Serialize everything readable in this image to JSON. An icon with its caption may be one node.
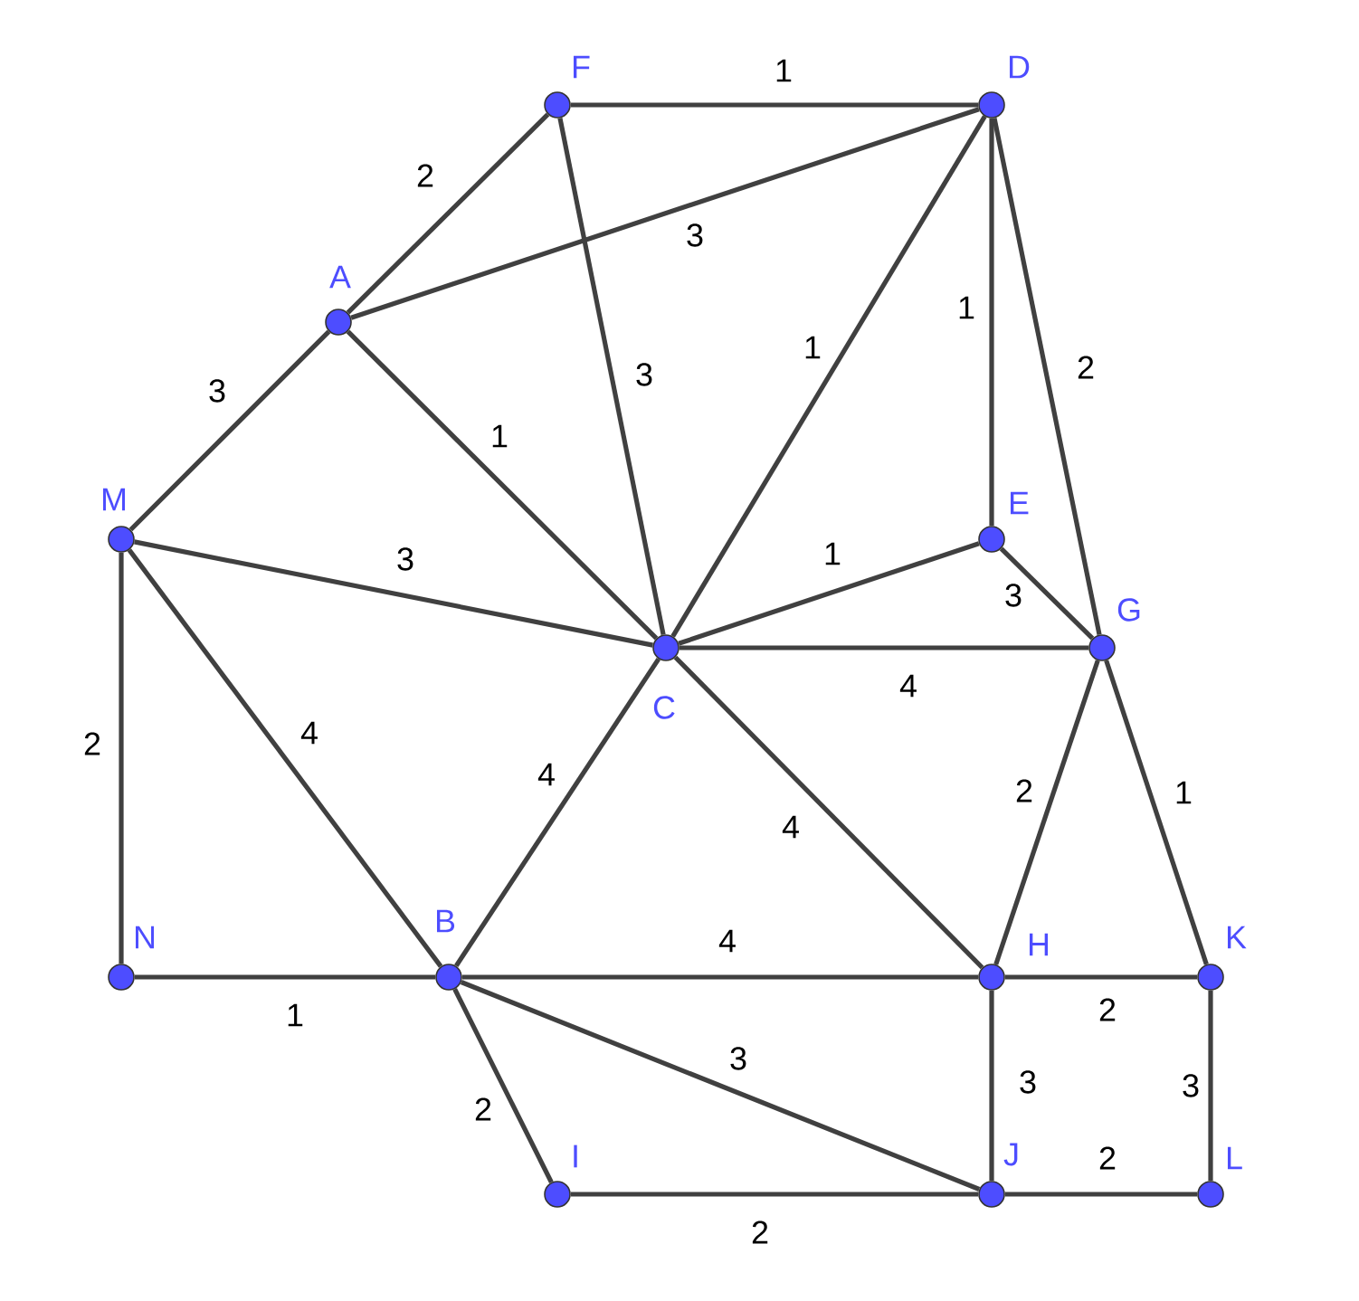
{
  "diagram": {
    "nodes": [
      {
        "text": [],
        "shape": "circle",
        "beside": [
          "F"
        ]
      },
      {
        "text": [],
        "shape": "circle",
        "beside": [
          "D"
        ]
      },
      {
        "text": [],
        "shape": "circle",
        "beside": [
          "A"
        ]
      },
      {
        "text": [],
        "shape": "circle",
        "beside": [
          "M"
        ]
      },
      {
        "text": [],
        "shape": "circle",
        "beside": [
          "E"
        ]
      },
      {
        "text": [],
        "shape": "circle",
        "beside": [
          "C"
        ]
      },
      {
        "text": [],
        "shape": "circle",
        "beside": [
          "G"
        ]
      },
      {
        "text": [],
        "shape": "circle",
        "beside": [
          "N"
        ]
      },
      {
        "text": [],
        "shape": "circle",
        "beside": [
          "B"
        ]
      },
      {
        "text": [],
        "shape": "circle",
        "beside": [
          "H"
        ]
      },
      {
        "text": [],
        "shape": "circle",
        "beside": [
          "K"
        ]
      },
      {
        "text": [],
        "shape": "circle",
        "beside": [
          "I"
        ]
      },
      {
        "text": [],
        "shape": "circle",
        "beside": [
          "J"
        ]
      },
      {
        "text": [],
        "shape": "circle",
        "beside": [
          "L"
        ]
      }
    ],
    "edges": [
      {
        "from": 0,
        "to": 1,
        "arrow": "none",
        "label": "1"
      },
      {
        "from": 0,
        "to": 2,
        "arrow": "none",
        "label": "2"
      },
      {
        "from": 2,
        "to": 1,
        "arrow": "none",
        "label": "3"
      },
      {
        "from": 0,
        "to": 5,
        "arrow": "none",
        "label": "3"
      },
      {
        "from": 2,
        "to": 3,
        "arrow": "none",
        "label": "3"
      },
      {
        "from": 2,
        "to": 5,
        "arrow": "none",
        "label": "1"
      },
      {
        "from": 1,
        "to": 5,
        "arrow": "none",
        "label": "1"
      },
      {
        "from": 1,
        "to": 4,
        "arrow": "none",
        "label": "1"
      },
      {
        "from": 1,
        "to": 6,
        "arrow": "none",
        "label": "2"
      },
      {
        "from": 3,
        "to": 5,
        "arrow": "none",
        "label": "3"
      },
      {
        "from": 4,
        "to": 5,
        "arrow": "none",
        "label": "1"
      },
      {
        "from": 4,
        "to": 6,
        "arrow": "none",
        "label": "3"
      },
      {
        "from": 5,
        "to": 6,
        "arrow": "none",
        "label": "4"
      },
      {
        "from": 3,
        "to": 7,
        "arrow": "none",
        "label": "2"
      },
      {
        "from": 3,
        "to": 8,
        "arrow": "none",
        "label": "4"
      },
      {
        "from": 8,
        "to": 5,
        "arrow": "none",
        "label": "4"
      },
      {
        "from": 5,
        "to": 9,
        "arrow": "none",
        "label": "4"
      },
      {
        "from": 6,
        "to": 9,
        "arrow": "none",
        "label": "2"
      },
      {
        "from": 6,
        "to": 10,
        "arrow": "none",
        "label": "1"
      },
      {
        "from": 7,
        "to": 8,
        "arrow": "none",
        "label": "1"
      },
      {
        "from": 8,
        "to": 9,
        "arrow": "none",
        "label": "4"
      },
      {
        "from": 9,
        "to": 10,
        "arrow": "none",
        "label": "2"
      },
      {
        "from": 8,
        "to": 12,
        "arrow": "none",
        "label": "3"
      },
      {
        "from": 8,
        "to": 11,
        "arrow": "none",
        "label": "2"
      },
      {
        "from": 9,
        "to": 12,
        "arrow": "none",
        "label": "3"
      },
      {
        "from": 10,
        "to": 13,
        "arrow": "none",
        "label": "3"
      },
      {
        "from": 11,
        "to": 12,
        "arrow": "none",
        "label": "2"
      },
      {
        "from": 12,
        "to": 13,
        "arrow": "none",
        "label": "2"
      }
    ]
  }
}
